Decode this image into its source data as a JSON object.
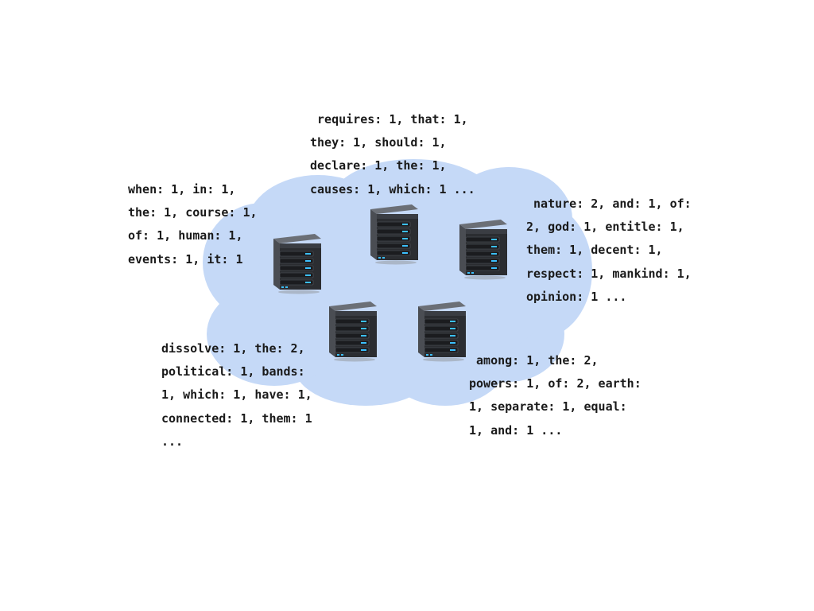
{
  "colors": {
    "cloud_fill": "#c5d9f7",
    "server_body": "#2b2d31",
    "server_light": "#3cc0ff",
    "text": "#1a1a1a"
  },
  "servers": [
    {
      "name": "server-left",
      "icon": "server-icon"
    },
    {
      "name": "server-top",
      "icon": "server-icon"
    },
    {
      "name": "server-right",
      "icon": "server-icon"
    },
    {
      "name": "server-bottom-left",
      "icon": "server-icon"
    },
    {
      "name": "server-bottom-right",
      "icon": "server-icon"
    }
  ],
  "labels": {
    "top": {
      "lines": [
        " requires: 1, that: 1,",
        "they: 1, should: 1,",
        "declare: 1, the: 1,",
        "causes: 1, which: 1 ..."
      ]
    },
    "left": {
      "lines": [
        "when: 1, in: 1,",
        "the: 1, course: 1,",
        "of: 1, human: 1,",
        "events: 1, it: 1"
      ]
    },
    "right": {
      "lines": [
        " nature: 2, and: 1, of:",
        "2, god: 1, entitle: 1,",
        "them: 1, decent: 1,",
        "respect: 1, mankind: 1,",
        "opinion: 1 ..."
      ]
    },
    "bottom_left": {
      "lines": [
        "dissolve: 1, the: 2,",
        "political: 1, bands:",
        "1, which: 1, have: 1,",
        "connected: 1, them: 1",
        "..."
      ]
    },
    "bottom_right": {
      "lines": [
        " among: 1, the: 2,",
        "powers: 1, of: 2, earth:",
        "1, separate: 1, equal:",
        "1, and: 1 ..."
      ]
    }
  }
}
